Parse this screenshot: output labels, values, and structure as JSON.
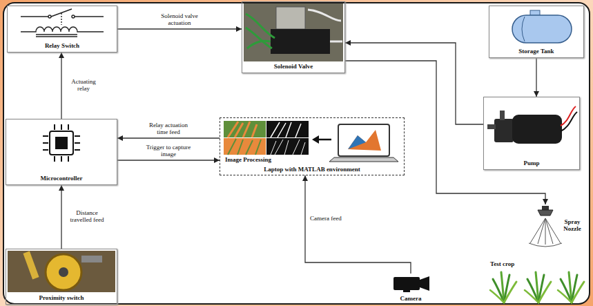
{
  "diagram": {
    "nodes": [
      {
        "text": [
          "Relay Switch"
        ]
      },
      {
        "text": [
          "Solenoid Valve"
        ]
      },
      {
        "text": [
          "Storage Tank"
        ]
      },
      {
        "text": [
          "Pump"
        ]
      },
      {
        "text": [
          "Microcontroller"
        ]
      },
      {
        "text": [
          "Laptop with MATLAB environment"
        ]
      },
      {
        "text": [
          "Image Processing"
        ],
        "in": 5
      },
      {
        "text": [
          "Spray Nozzle"
        ]
      },
      {
        "text": [
          "Test crop"
        ]
      },
      {
        "text": [
          "Proximity switch"
        ]
      },
      {
        "text": [
          "Camera"
        ]
      }
    ],
    "edges": [
      {
        "from": 0,
        "to": 1,
        "label": "Solenoid valve actuation",
        "arrow": "to"
      },
      {
        "from": 4,
        "to": 0,
        "label": "Actuating relay",
        "arrow": "to"
      },
      {
        "from": 5,
        "to": 4,
        "label": "Relay actuation time feed",
        "arrow": "to"
      },
      {
        "from": 4,
        "to": 5,
        "label": "Trigger to capture image",
        "arrow": "to"
      },
      {
        "from": 9,
        "to": 4,
        "label": "Distance travelled feed",
        "arrow": "to"
      },
      {
        "from": 10,
        "to": 5,
        "label": "Camera feed",
        "arrow": "to"
      },
      {
        "from": 2,
        "to": 3,
        "arrow": "to"
      },
      {
        "from": 3,
        "to": 1,
        "arrow": "to"
      },
      {
        "from": 1,
        "to": 7,
        "arrow": "to"
      }
    ]
  }
}
